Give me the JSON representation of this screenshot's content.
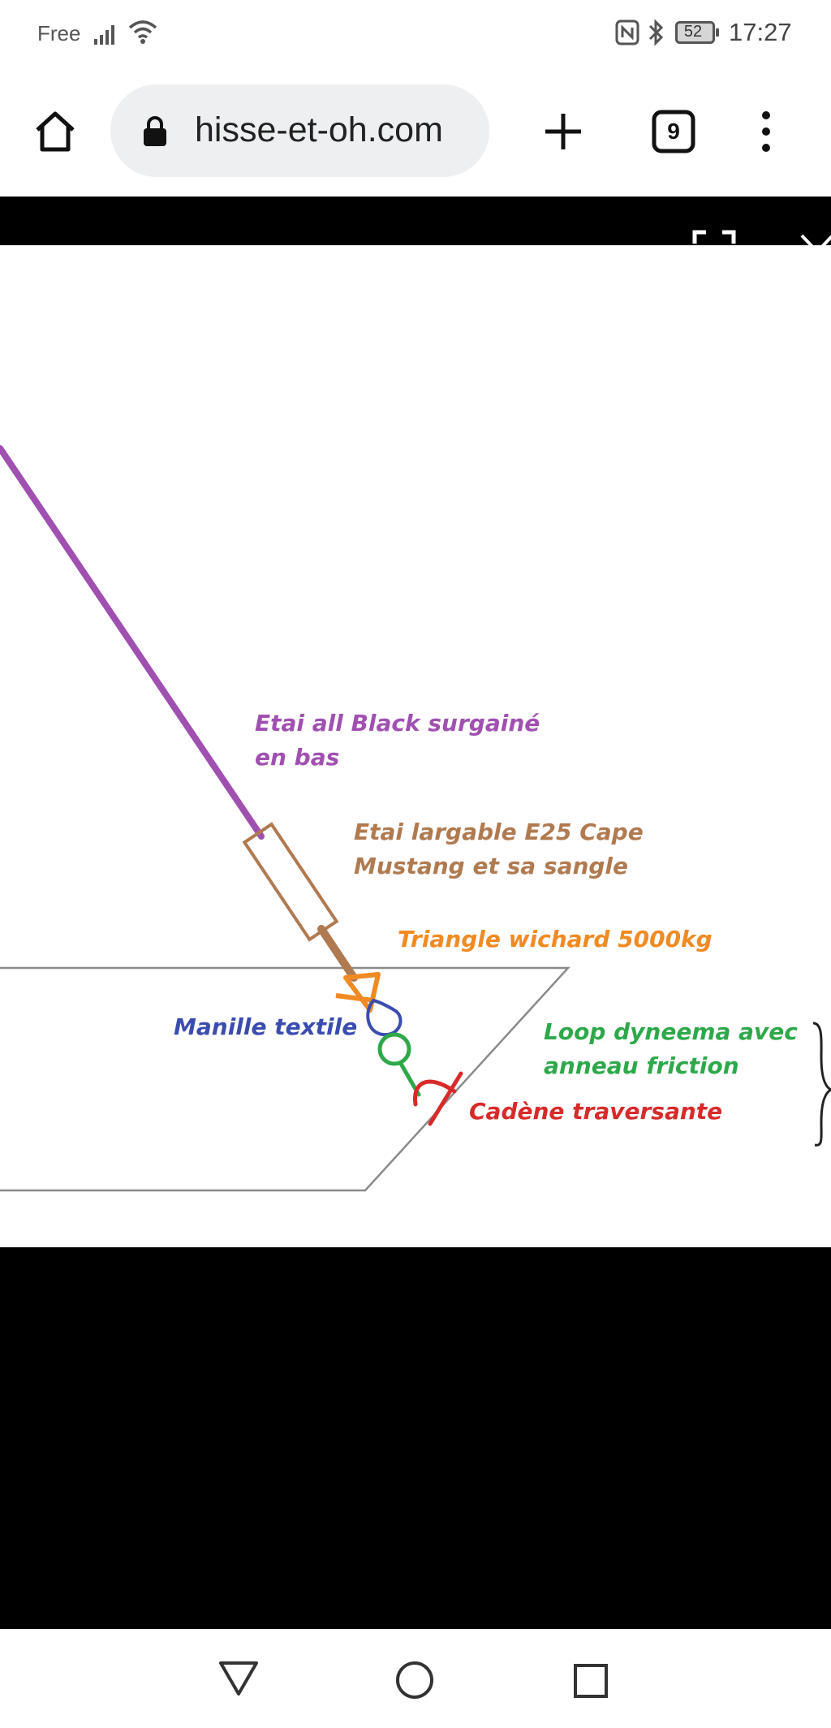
{
  "status_bar": {
    "carrier": "Free",
    "battery": "52",
    "time": "17:27"
  },
  "browser": {
    "url": "hisse-et-oh.com",
    "tab_count": "9"
  },
  "diagram": {
    "labels": {
      "etai_line1": "Etai all Black surgainé",
      "etai_line2": "en bas",
      "largable_line1": "Etai largable E25 Cape",
      "largable_line2": "Mustang et sa sangle",
      "triangle": "Triangle wichard 5000kg",
      "manille": "Manille textile",
      "loop_line1": "Loop dyneema avec",
      "loop_line2": "anneau friction",
      "cadene": "Cadène traversante"
    },
    "colors": {
      "etai": "#a050b0",
      "largable": "#b07a50",
      "triangle": "#f08a22",
      "manille": "#3b4cb0",
      "loop": "#2ea84a",
      "cadene": "#d82a2a",
      "deck": "#8a8a8a"
    }
  }
}
